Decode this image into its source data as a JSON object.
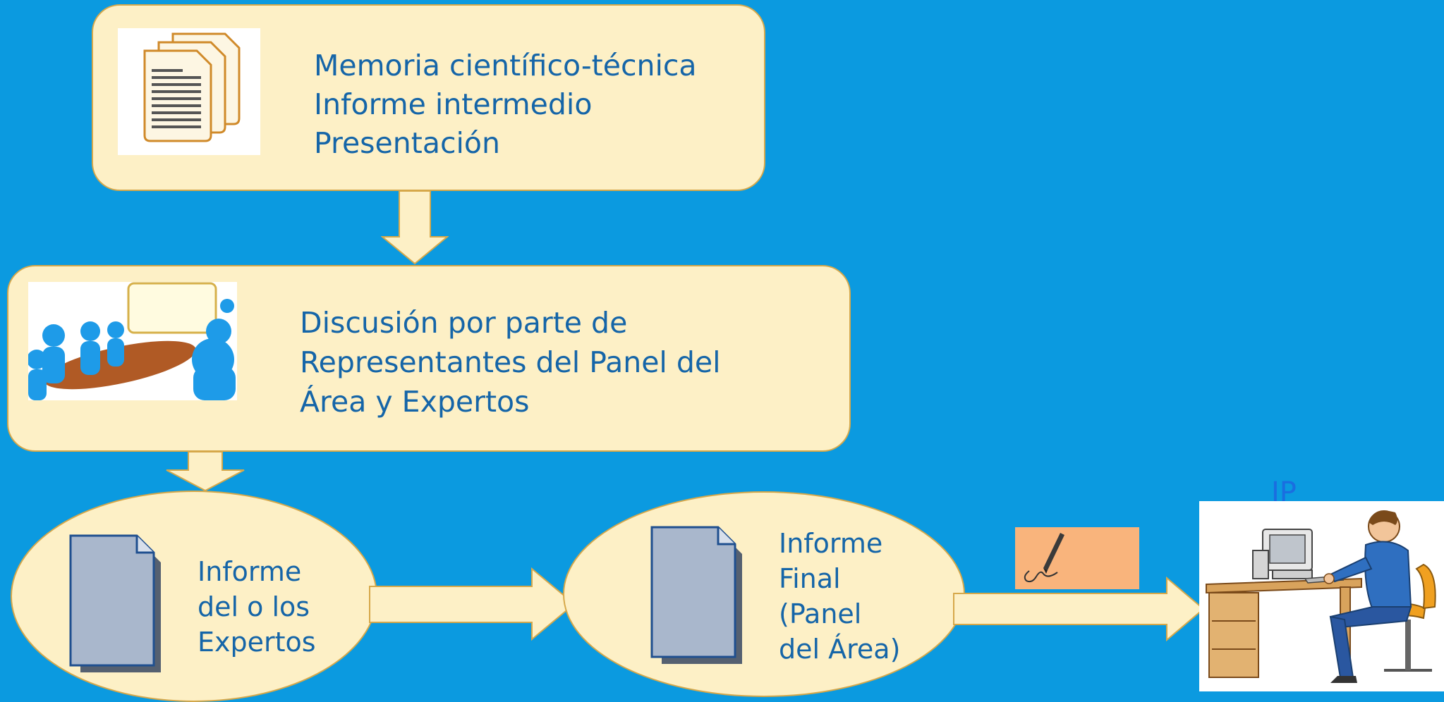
{
  "box1": {
    "lines": [
      "Memoria científico-técnica",
      "Informe intermedio",
      "Presentación"
    ]
  },
  "box2": {
    "lines": [
      "Discusión por parte de",
      "Representantes del Panel del",
      "Área y Expertos"
    ]
  },
  "ellipse1": {
    "lines": [
      "Informe",
      "del o los",
      "Expertos"
    ]
  },
  "ellipse2": {
    "lines": [
      "Informe",
      "Final",
      "(Panel",
      "del Área)"
    ]
  },
  "ip_label": "IP",
  "icons": {
    "documents": "stacked-documents-icon",
    "meeting": "meeting-table-icon",
    "document": "document-icon",
    "signature": "pen-signature-icon",
    "person": "person-at-computer-icon"
  },
  "colors": {
    "background": "#0b9ae0",
    "box_fill": "#fdf0c6",
    "box_border": "#d6a84a",
    "text": "#1565a8",
    "ip_text": "#1a6ee0",
    "signature_bg": "#f9b47c"
  }
}
